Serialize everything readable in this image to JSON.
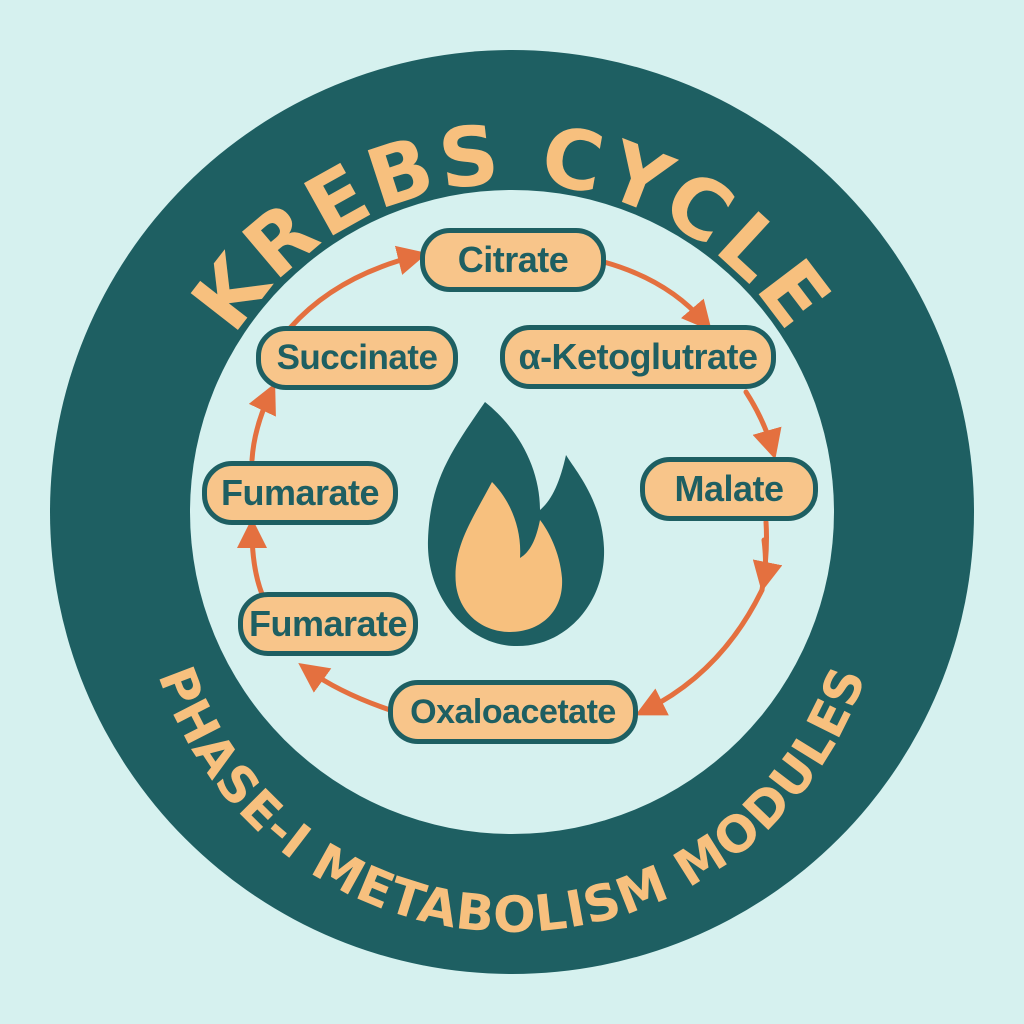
{
  "title": "KREBS CYCLE",
  "subtitle": "PHASE-I METABOLISM MODULES",
  "center_icon": "flame-icon",
  "colors": {
    "background": "#d6f1ef",
    "ring": "#1e5f62",
    "inner": "#d6f1ef",
    "text_accent": "#f7c07e",
    "node_fill": "#f8c58a",
    "node_border": "#1e5f62",
    "arrow": "#e4703f",
    "flame_outer": "#1e5f62",
    "flame_inner": "#f7c07e"
  },
  "nodes": {
    "citrate": "Citrate",
    "alpha_ketoglutarate": "α-Ketoglutrate",
    "malate": "Malate",
    "oxaloacetate": "Oxaloacetate",
    "fumarate_lower": "Fumarate",
    "fumarate_upper": "Fumarate",
    "succinate": "Succinate"
  }
}
